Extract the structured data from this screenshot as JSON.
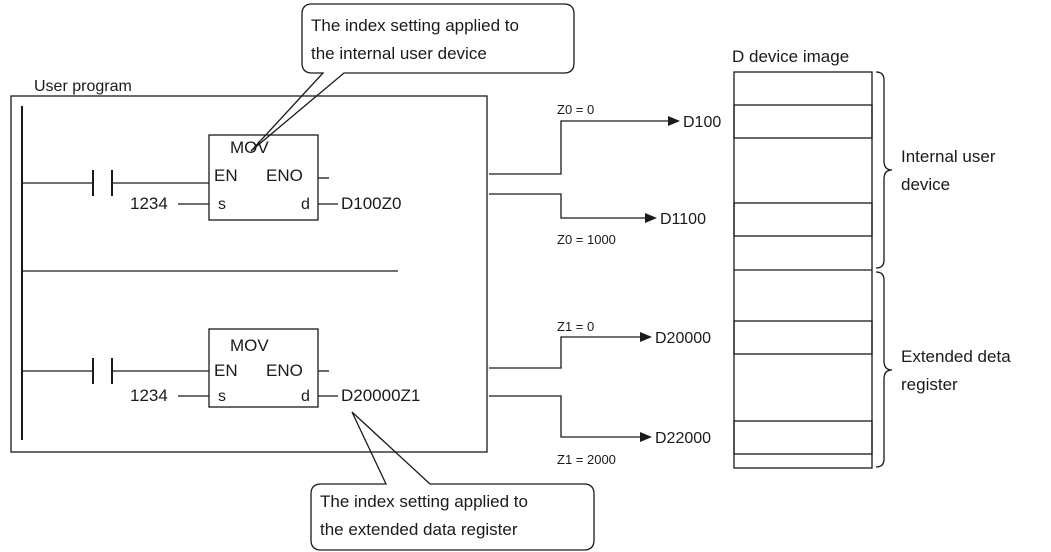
{
  "callouts": {
    "top": [
      "The index setting applied to",
      "the internal user device"
    ],
    "bottom": [
      "The index setting applied to",
      "the extended data register"
    ]
  },
  "program_label": "User program",
  "device_image_label": "D device image",
  "rungs": [
    {
      "instruction": "MOV",
      "en": "EN",
      "eno": "ENO",
      "s_pin": "s",
      "d_pin": "d",
      "source": "1234",
      "dest": "D100Z0"
    },
    {
      "instruction": "MOV",
      "en": "EN",
      "eno": "ENO",
      "s_pin": "s",
      "d_pin": "d",
      "source": "1234",
      "dest": "D20000Z1"
    }
  ],
  "mappings": [
    {
      "condition": "Z0 = 0",
      "target": "D100"
    },
    {
      "condition": "Z0 = 1000",
      "target": "D1100"
    },
    {
      "condition": "Z1 = 0",
      "target": "D20000"
    },
    {
      "condition": "Z1 = 2000",
      "target": "D22000"
    }
  ],
  "regions": [
    {
      "label_lines": [
        "Internal user",
        "device"
      ]
    },
    {
      "label_lines": [
        "Extended deta",
        "register"
      ]
    }
  ],
  "colors": {
    "line": "#1a1a1a",
    "device_fill": "#bdbdbd",
    "background": "#ffffff"
  }
}
